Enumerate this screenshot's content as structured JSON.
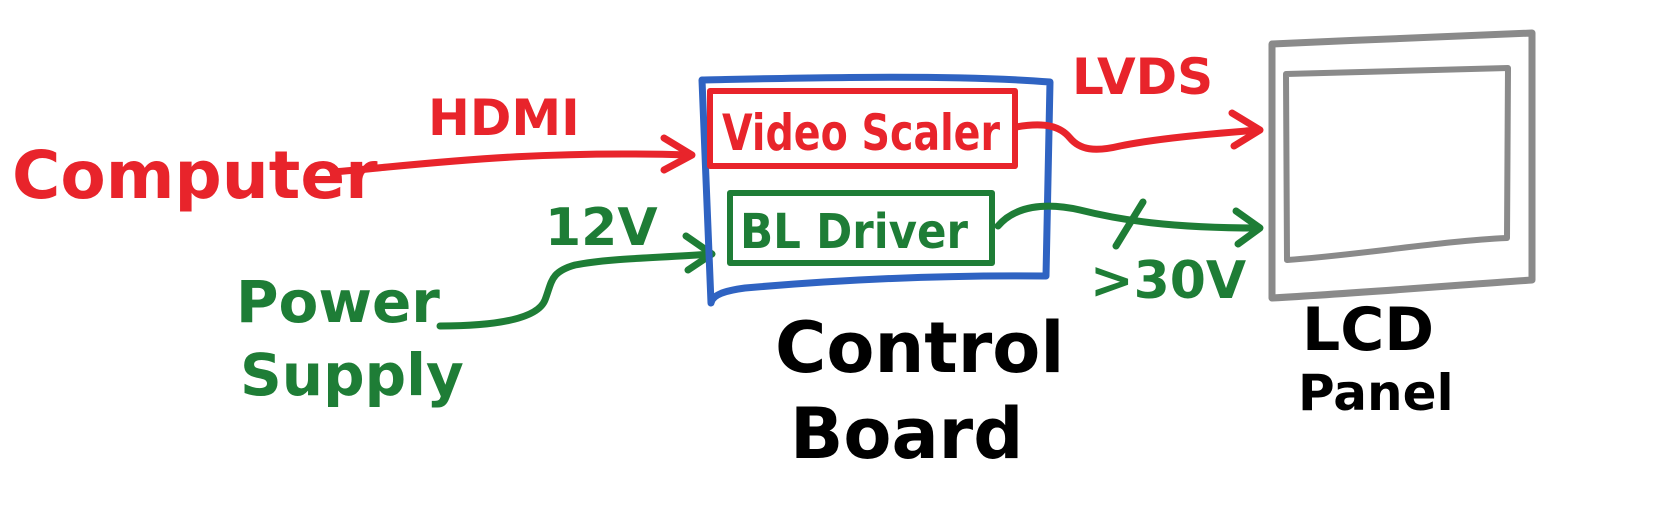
{
  "colors": {
    "video": "#e8242b",
    "power": "#1e7d36",
    "board": "#2f63c2",
    "panel": "#8a8a8a",
    "text": "#000000"
  },
  "labels": {
    "computer": "Computer",
    "hdmi": "HDMI",
    "power_supply_line1": "Power",
    "power_supply_line2": "Supply",
    "input_voltage": "12V",
    "video_scaler": "Video Scaler",
    "bl_driver": "BL Driver",
    "control_board_line1": "Control",
    "control_board_line2": "Board",
    "lvds": "LVDS",
    "output_voltage": ">30V",
    "lcd_panel_line1": "LCD",
    "lcd_panel_line2": "Panel"
  }
}
